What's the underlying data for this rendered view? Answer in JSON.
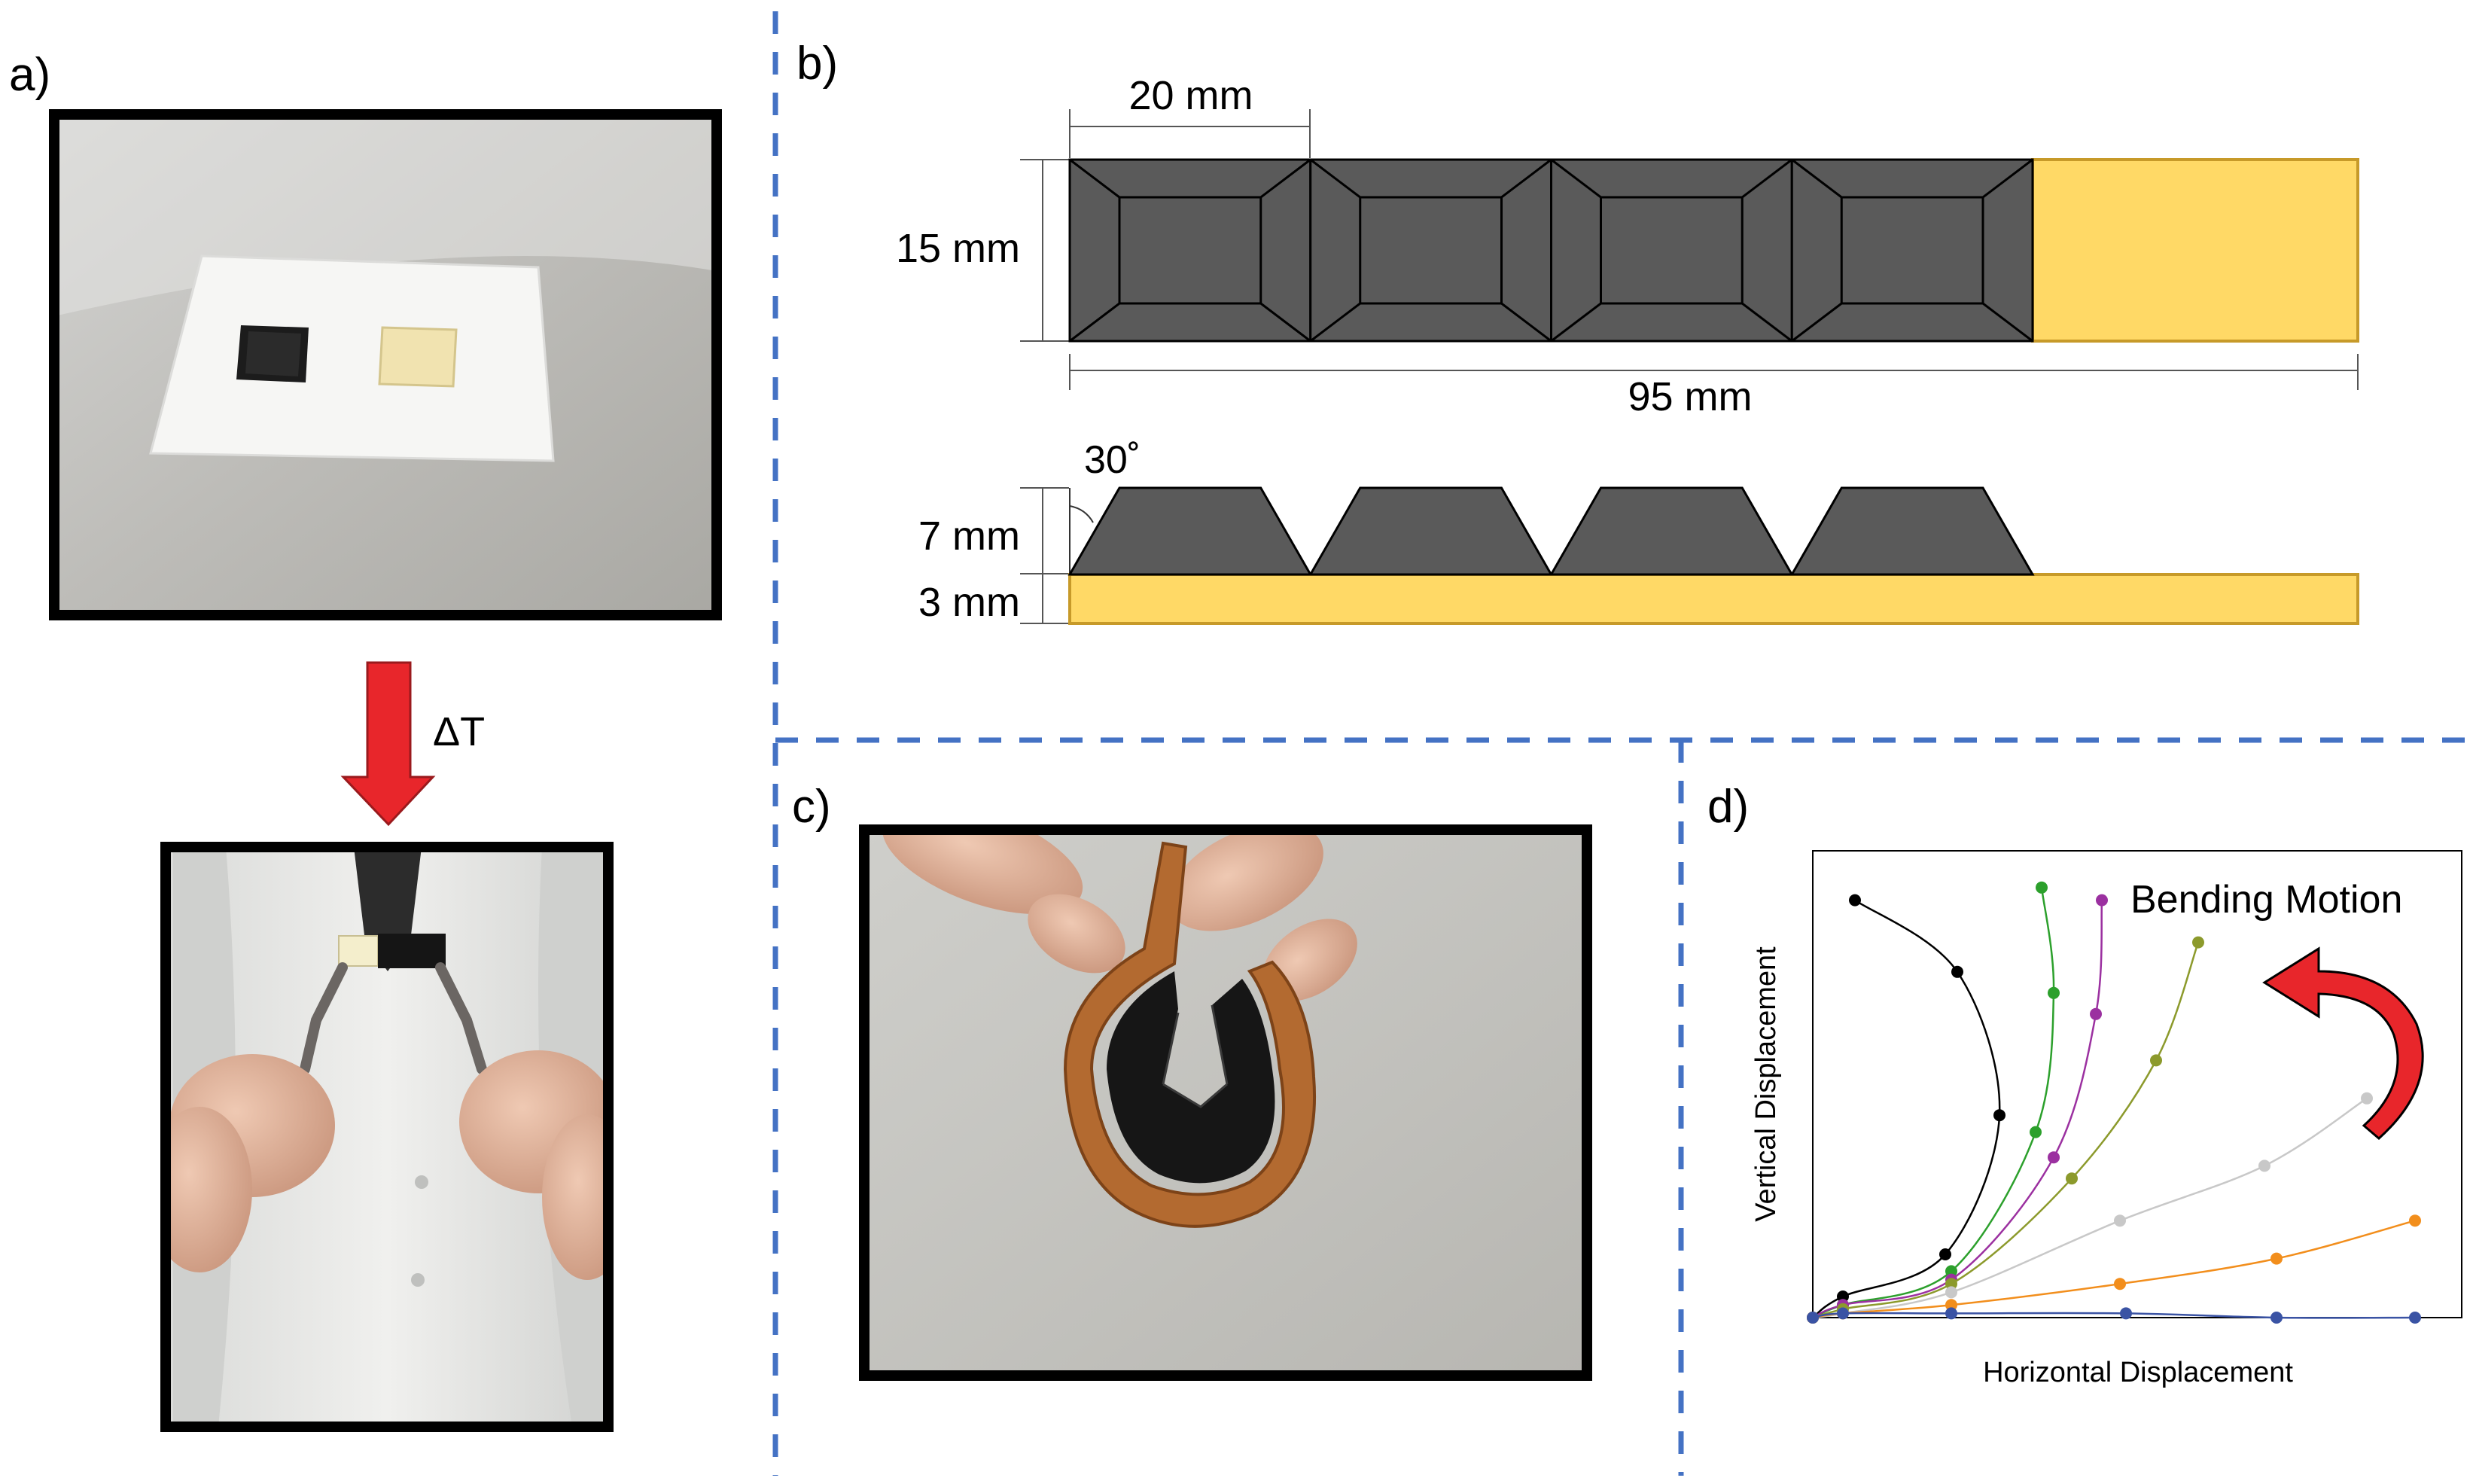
{
  "panels": {
    "a": {
      "label": "a)",
      "arrow_label": "ΔT",
      "arrow_color": "#e8262b"
    },
    "b": {
      "label": "b)",
      "dim_width_segment": "20 mm",
      "dim_height": "15 mm",
      "dim_total_length": "95 mm",
      "dim_angle": "30˚",
      "dim_block_height": "7 mm",
      "dim_base_height": "3 mm",
      "block_color": "#5a5a5a",
      "base_color": "#ffd966",
      "block_count": 4
    },
    "c": {
      "label": "c)"
    },
    "d": {
      "label": "d)",
      "annotation": "Bending Motion"
    }
  },
  "divider_color": "#4472c4",
  "chart_data": {
    "type": "line",
    "title": "",
    "xlabel": "Horizontal Displacement",
    "ylabel": "Vertical Displacement",
    "xlim": [
      0,
      100
    ],
    "ylim": [
      0,
      100
    ],
    "grid": false,
    "series": [
      {
        "color": "#000000",
        "points": [
          [
            0,
            0
          ],
          [
            5,
            5
          ],
          [
            22,
            15
          ],
          [
            31,
            48
          ],
          [
            24,
            82
          ],
          [
            7,
            99
          ]
        ]
      },
      {
        "color": "#2ca02c",
        "points": [
          [
            0,
            0
          ],
          [
            5,
            3
          ],
          [
            23,
            11
          ],
          [
            37,
            44
          ],
          [
            40,
            77
          ],
          [
            38,
            102
          ]
        ]
      },
      {
        "color": "#9b30a0",
        "points": [
          [
            0,
            0
          ],
          [
            5,
            3
          ],
          [
            23,
            9
          ],
          [
            40,
            38
          ],
          [
            47,
            72
          ],
          [
            48,
            99
          ]
        ]
      },
      {
        "color": "#8c9a2c",
        "points": [
          [
            0,
            0
          ],
          [
            5,
            2
          ],
          [
            23,
            8
          ],
          [
            43,
            33
          ],
          [
            57,
            61
          ],
          [
            64,
            89
          ]
        ]
      },
      {
        "color": "#c8c8c8",
        "points": [
          [
            0,
            0
          ],
          [
            5,
            1
          ],
          [
            23,
            6
          ],
          [
            51,
            23
          ],
          [
            75,
            36
          ],
          [
            92,
            52
          ]
        ]
      },
      {
        "color": "#f28e1c",
        "points": [
          [
            0,
            0
          ],
          [
            5,
            1
          ],
          [
            23,
            3
          ],
          [
            51,
            8
          ],
          [
            77,
            14
          ],
          [
            100,
            23
          ]
        ]
      },
      {
        "color": "#3a53a4",
        "points": [
          [
            0,
            0
          ],
          [
            5,
            1
          ],
          [
            23,
            1
          ],
          [
            52,
            1
          ],
          [
            77,
            0
          ],
          [
            100,
            0
          ]
        ]
      }
    ]
  }
}
